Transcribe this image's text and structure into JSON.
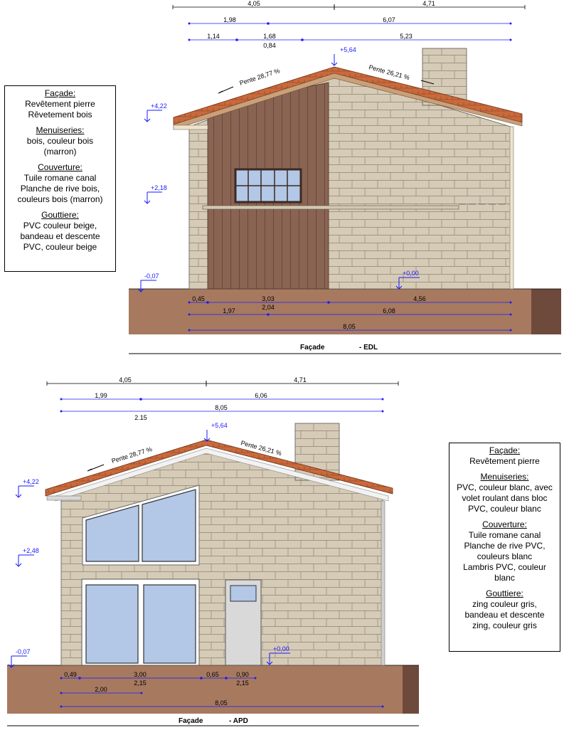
{
  "edl": {
    "top_dims": {
      "row1": [
        "4,05",
        "4,71"
      ],
      "row2": [
        "1,98",
        "6,07"
      ],
      "row3": [
        "1,14",
        "1,68",
        "5,23"
      ],
      "row3_sub": "0,84"
    },
    "levels": {
      "ridge": "+5,64",
      "eave": "+4,22",
      "mid": "+2,18",
      "ground_left": "-0,07",
      "floor": "+0,00"
    },
    "slopes": {
      "left": "Pente 28,77 %",
      "right": "Pente 26,21 %"
    },
    "bottom_dims": {
      "row1": [
        "0,45",
        "3,03",
        "4,56"
      ],
      "row1_sub": "2,04",
      "row2": [
        "1,97",
        "6,08"
      ],
      "row3": "8,05"
    },
    "caption": {
      "title": "Façade",
      "suffix": "- EDL"
    },
    "legend": [
      {
        "heading": "Façade:",
        "lines": [
          "Revêtement pierre",
          "Rêvetement bois"
        ]
      },
      {
        "heading": "Menuiseries:",
        "lines": [
          "bois, couleur bois",
          "(marron)"
        ]
      },
      {
        "heading": "Couverture:",
        "lines": [
          "Tuile romane canal",
          "Planche de rive bois,",
          "couleurs bois (marron)"
        ]
      },
      {
        "heading": "Gouttiere:",
        "lines": [
          "PVC couleur beige,",
          "bandeau et descente",
          "PVC, couleur beige"
        ]
      }
    ]
  },
  "apd": {
    "top_dims": {
      "row1": [
        "4,05",
        "4,71"
      ],
      "row2": [
        "1,99",
        "6,06"
      ],
      "row3": "8,05",
      "row3_sub": "2.15"
    },
    "levels": {
      "ridge": "+5,64",
      "eave": "+4,22",
      "mid": "+2,48",
      "ground_left": "-0,07",
      "floor": "+0,00"
    },
    "slopes": {
      "left": "Pente 28,77 %",
      "right": "Pente 26,21 %"
    },
    "bottom_dims": {
      "row1": [
        "0,49",
        "3,00",
        "0,65",
        "0,90"
      ],
      "row1_sub": [
        "2,15",
        "2,15"
      ],
      "row2": "2,00",
      "row3": "8,05"
    },
    "caption": {
      "title": "Façade",
      "suffix": "- APD"
    },
    "legend": [
      {
        "heading": "Façade:",
        "lines": [
          "Revêtement pierre"
        ]
      },
      {
        "heading": "Menuiseries:",
        "lines": [
          "PVC, couleur blanc, avec",
          "volet roulant dans bloc",
          "PVC, couleur blanc"
        ]
      },
      {
        "heading": "Couverture:",
        "lines": [
          "Tuile romane canal",
          "Planche de rive PVC,",
          "couleurs blanc",
          "Lambris PVC, couleur",
          "blanc"
        ]
      },
      {
        "heading": "Gouttiere:",
        "lines": [
          "zing couleur gris,",
          "bandeau et descente",
          "zing, couleur gris"
        ]
      }
    ]
  },
  "colors": {
    "stone": "#d6cbb6",
    "stone_joint": "#8f8575",
    "wood": "#8a6453",
    "tile": "#c96a3c",
    "ground": "#a77a60",
    "ground_dark": "#6e4a3c",
    "glass": "#b3c7e6",
    "dim_blue": "#1a1aff"
  }
}
